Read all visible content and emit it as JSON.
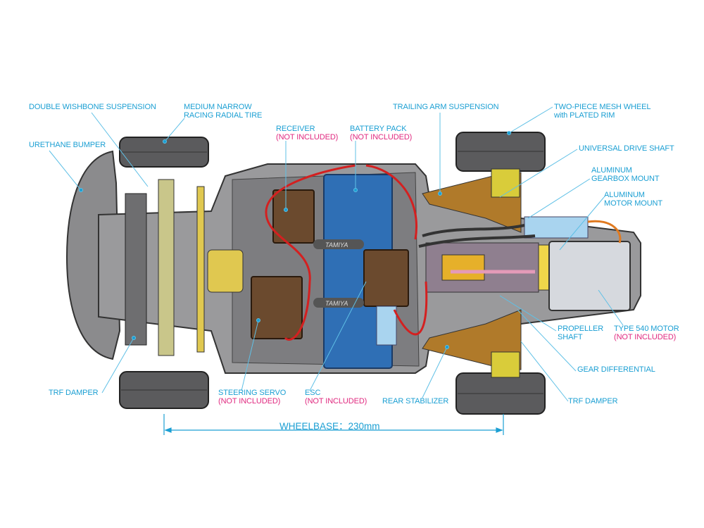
{
  "colors": {
    "label": "#1b9fd3",
    "not_included": "#e0287f",
    "battery": "#2f6fb5",
    "chassis": "#8a8a8c",
    "electronics": "#6b4a2e",
    "arm": "#b07a2a",
    "mount": "#d9cc3a"
  },
  "labels": {
    "double_wishbone": "DOUBLE WISHBONE SUSPENSION",
    "tire": [
      "MEDIUM NARROW",
      "RACING RADIAL TIRE"
    ],
    "bumper": "URETHANE BUMPER",
    "receiver": "RECEIVER",
    "battery": "BATTERY PACK",
    "trailing_arm": "TRAILING ARM SUSPENSION",
    "wheel": [
      "TWO-PIECE MESH WHEEL",
      "with PLATED RIM"
    ],
    "drive_shaft": "UNIVERSAL DRIVE SHAFT",
    "gearbox_mount": [
      "ALUMINUM",
      "GEARBOX MOUNT"
    ],
    "motor_mount": [
      "ALUMINUM",
      "MOTOR MOUNT"
    ],
    "propeller": [
      "PROPELLER",
      "SHAFT"
    ],
    "motor": "TYPE 540 MOTOR",
    "gear_diff": "GEAR DIFFERENTIAL",
    "trf_damper_rear": "TRF DAMPER",
    "trf_damper_front": "TRF DAMPER",
    "servo": "STEERING SERVO",
    "esc": "ESC",
    "rear_stabilizer": "REAR STABILIZER",
    "not_included": "(NOT INCLUDED)"
  },
  "wheelbase": "WHEELBASE：230mm",
  "logo_text": "TAMIYA"
}
